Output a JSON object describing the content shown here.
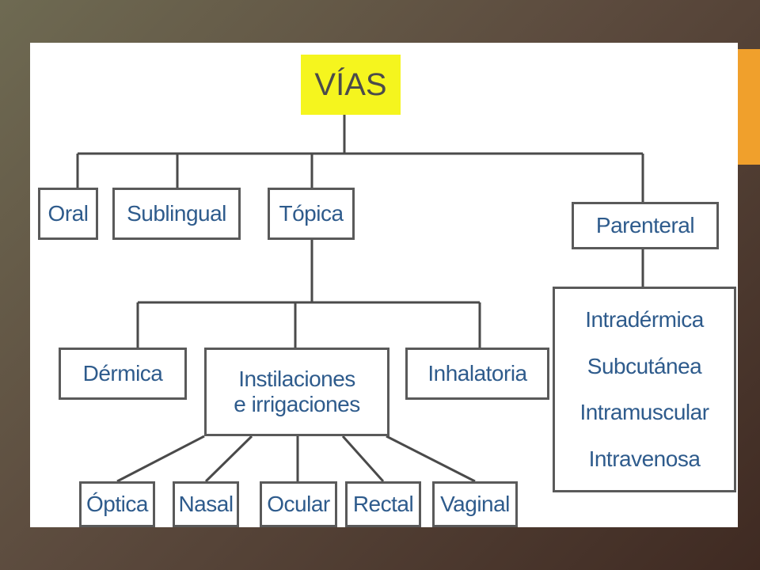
{
  "root": "VÍAS",
  "level1": {
    "oral": "Oral",
    "sublingual": "Sublingual",
    "topica": "Tópica",
    "parenteral": "Parenteral"
  },
  "topica_children": {
    "dermica": "Dérmica",
    "instilaciones_line1": "Instilaciones",
    "instilaciones_line2": "e irrigaciones",
    "inhalatoria": "Inhalatoria"
  },
  "instilaciones_children": [
    "Óptica",
    "Nasal",
    "Ocular",
    "Rectal",
    "Vaginal"
  ],
  "parenteral_children": [
    "Intradérmica",
    "Subcutánea",
    "Intramuscular",
    "Intravenosa"
  ],
  "colors": {
    "root_fill": "#f5f51e",
    "node_text": "#2e5b8c",
    "line": "#4a4a4a",
    "accent": "#f0a02c"
  }
}
